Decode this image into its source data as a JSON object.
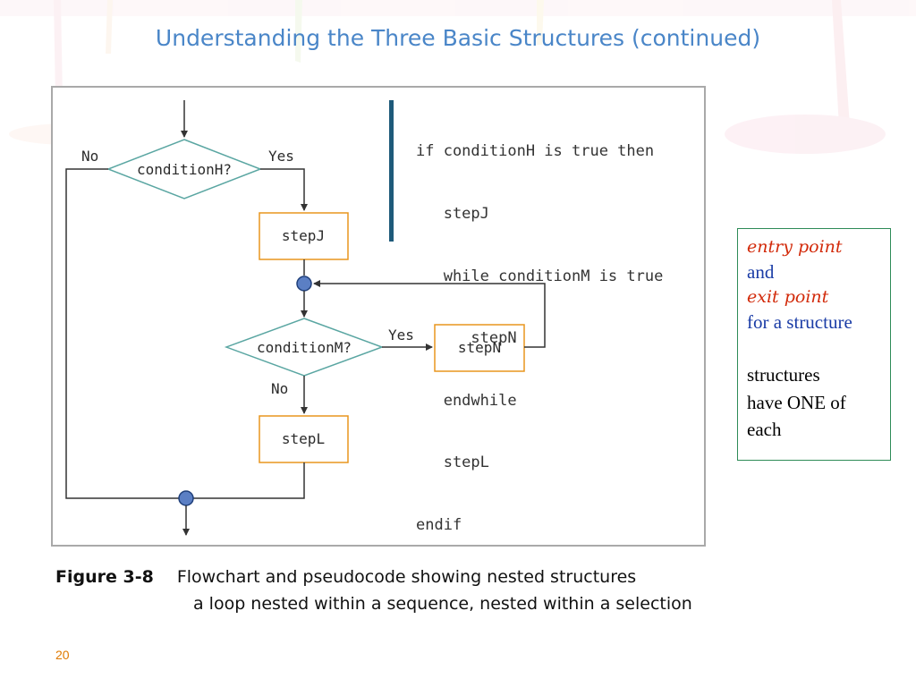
{
  "slide": {
    "title": "Understanding the Three Basic Structures (continued)",
    "number": "20"
  },
  "flowchart": {
    "decision_h": "conditionH?",
    "decision_m": "conditionM?",
    "step_j": "stepJ",
    "step_n": "stepN",
    "step_l": "stepL",
    "label_no_h": "No",
    "label_yes_h": "Yes",
    "label_yes_m": "Yes",
    "label_no_m": "No"
  },
  "pseudocode": {
    "lines": [
      "if conditionH is true then",
      "   stepJ",
      "   while conditionM is true",
      "      stepN",
      "   endwhile",
      "   stepL",
      "endif"
    ]
  },
  "callout": {
    "entry_point": "entry point",
    "and": "and",
    "exit_point": "exit point",
    "for_structure": "for a structure",
    "structures": "structures",
    "have_one_of": "have ONE of",
    "each": "each"
  },
  "caption": {
    "label": "Figure 3-8",
    "text": "Flowchart and pseudocode showing nested structures",
    "subtext": "a loop nested within a sequence, nested within a selection"
  },
  "colors": {
    "title": "#4a86c8",
    "decision_stroke": "#5aa6a2",
    "process_stroke": "#e8961e",
    "connector_fill": "#5b7fc4",
    "callout_border": "#2e8b57",
    "callout_red": "#d22a0a",
    "callout_blue": "#1a3ca6"
  }
}
